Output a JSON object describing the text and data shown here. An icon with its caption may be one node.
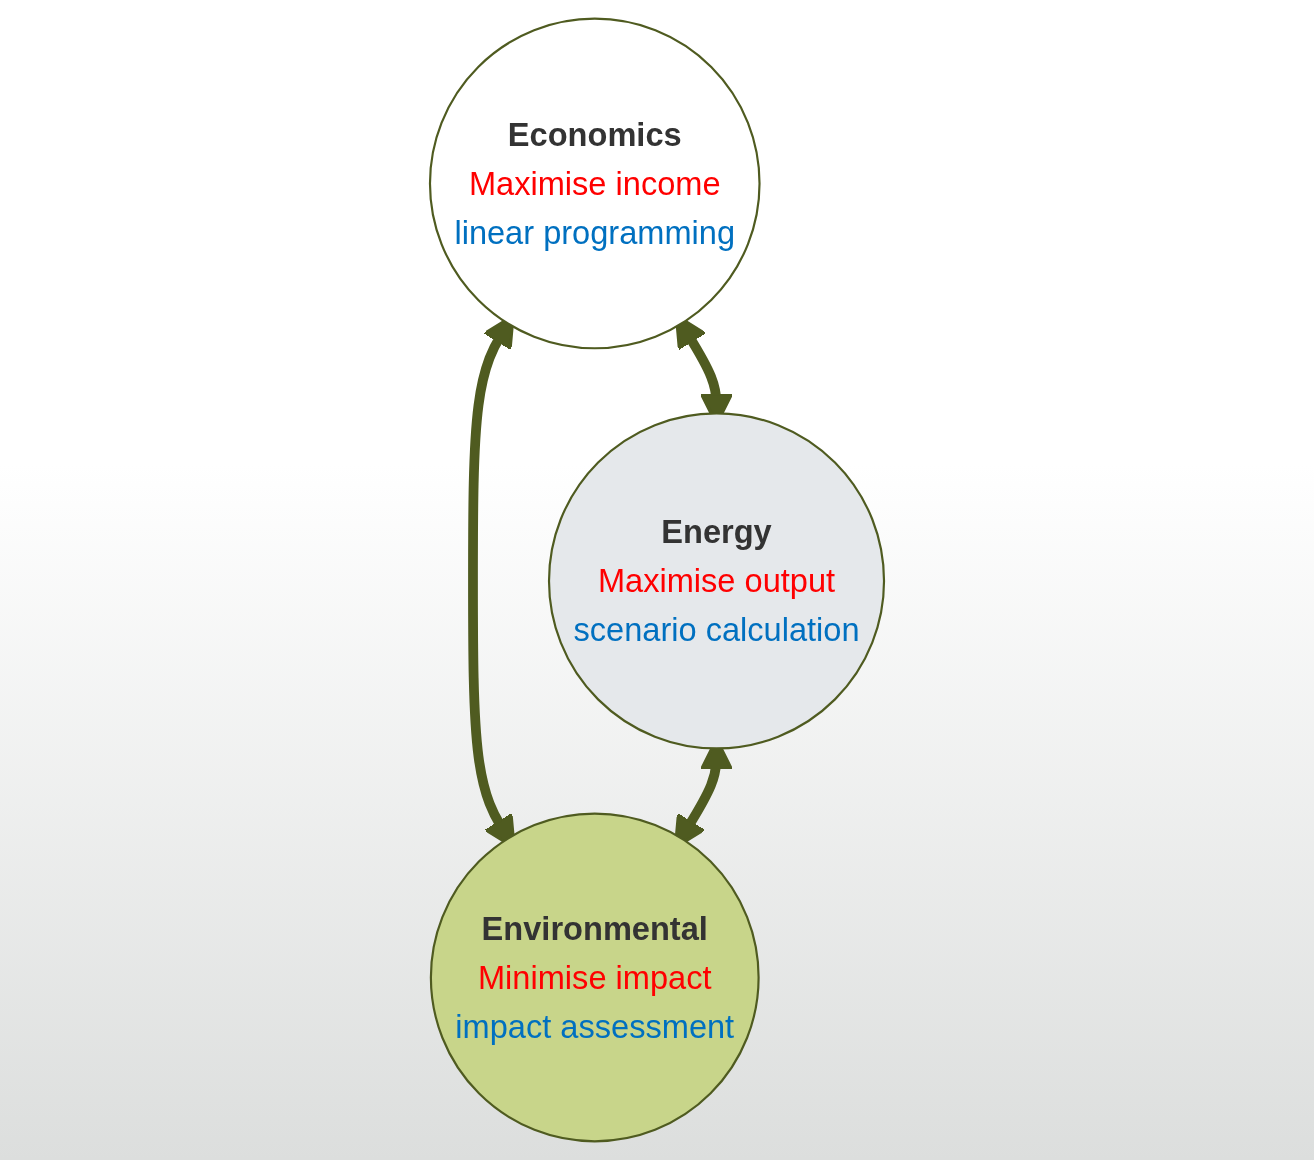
{
  "diagram": {
    "nodes": [
      {
        "text": [
          "Economics",
          "Maximise income",
          "linear programming"
        ]
      },
      {
        "text": [
          "Energy",
          "Maximise output",
          "scenario calculation"
        ]
      },
      {
        "text": [
          "Environmental",
          "Minimise impact",
          "impact assessment"
        ]
      }
    ],
    "edges": [
      {
        "from": 0,
        "to": 1,
        "arrow": "both"
      },
      {
        "from": 0,
        "to": 2,
        "arrow": "both"
      },
      {
        "from": 1,
        "to": 2,
        "arrow": "both"
      }
    ]
  }
}
